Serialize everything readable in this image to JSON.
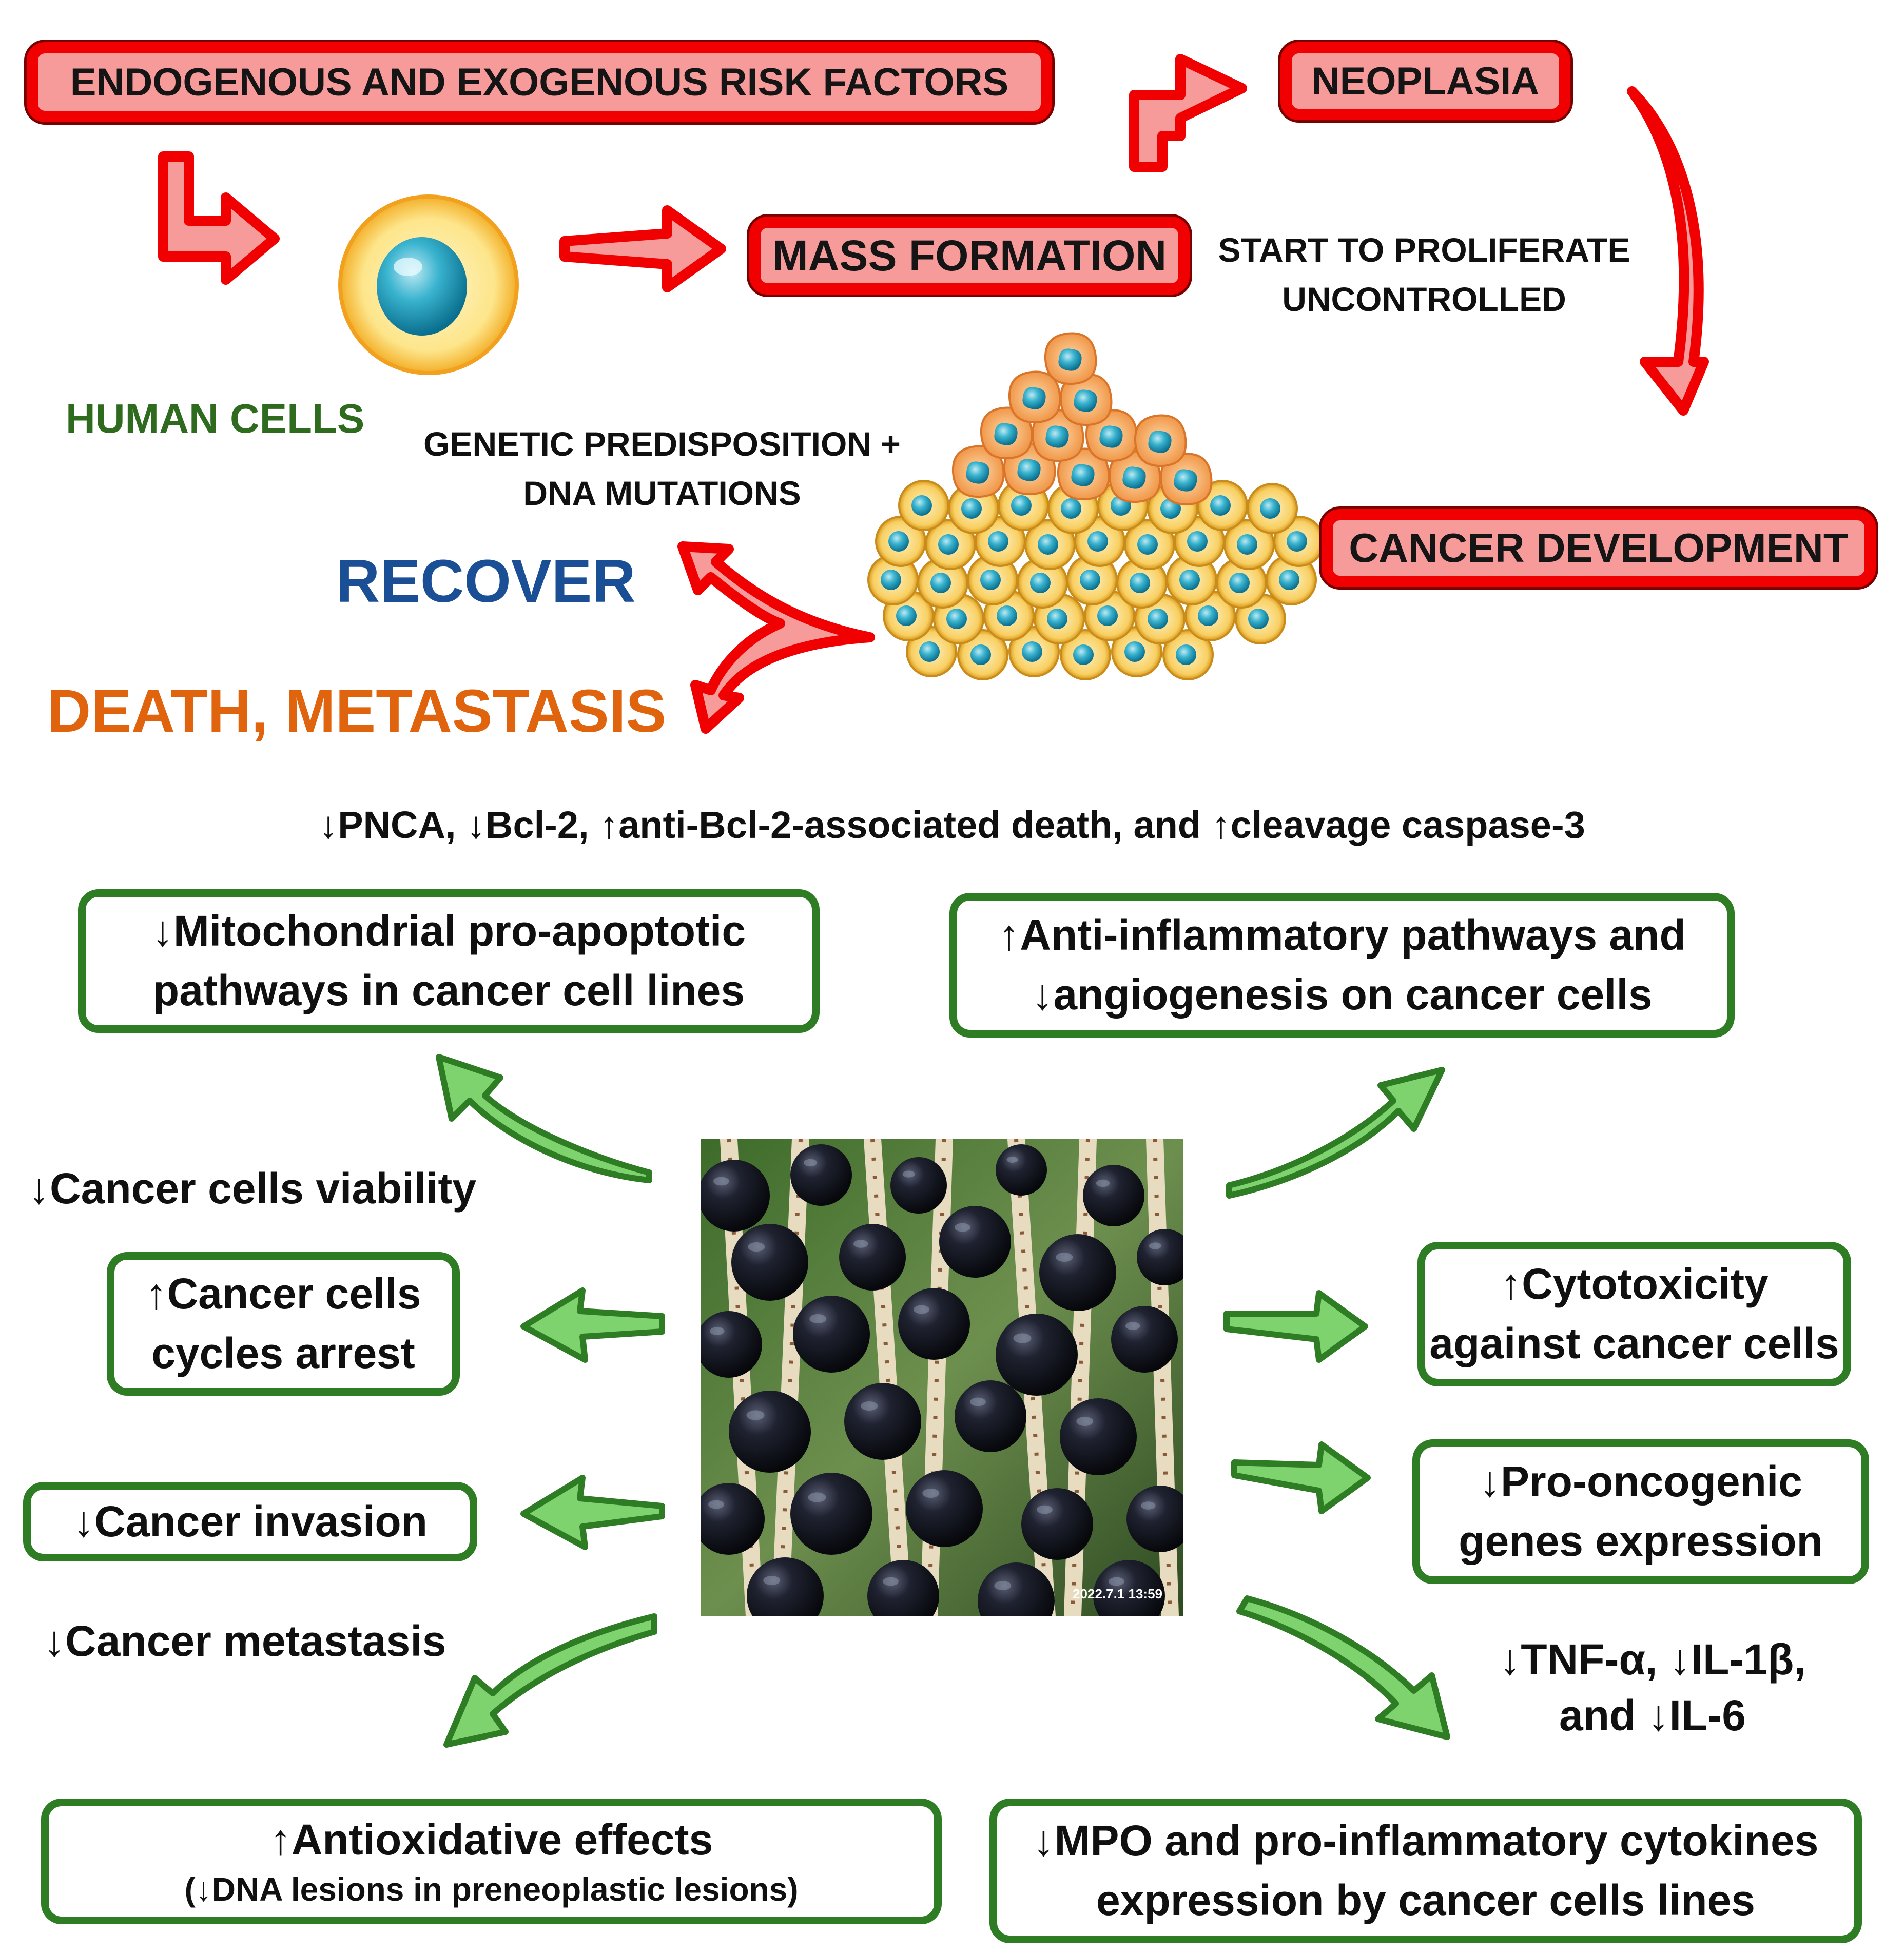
{
  "top": {
    "risk_factors": "ENDOGENOUS AND EXOGENOUS RISK FACTORS",
    "neoplasia": "NEOPLASIA",
    "mass_formation": "MASS FORMATION",
    "proliferate_line1": "START TO PROLIFERATE",
    "proliferate_line2": "UNCONTROLLED",
    "human_cells": "HUMAN CELLS",
    "genetic_line1": "GENETIC PREDISPOSITION +",
    "genetic_line2": "DNA MUTATIONS",
    "cancer_development": "CANCER DEVELOPMENT",
    "recover": "RECOVER",
    "death_metastasis": "DEATH, METASTASIS"
  },
  "markers": "↓PNCA, ↓Bcl-2, ↑anti-Bcl-2-associated death, and ↑cleavage caspase-3",
  "effects": {
    "mito_line1": "↓Mitochondrial pro-apoptotic",
    "mito_line2": "pathways in cancer cell lines",
    "antiinf_line1": "↑Anti-inflammatory pathways and",
    "antiinf_line2": "↓angiogenesis on cancer cells",
    "viability": "↓Cancer cells viability",
    "cycle_line1": "↑Cancer cells",
    "cycle_line2": "cycles arrest",
    "cytotox_line1": "↑Cytotoxicity",
    "cytotox_line2": "against cancer cells",
    "invasion": "↓Cancer invasion",
    "oncogenic_line1": "↓Pro-oncogenic",
    "oncogenic_line2": "genes expression",
    "metastasis": "↓Cancer metastasis",
    "cytokines_line1": "↓TNF-α, ↓IL-1β,",
    "cytokines_line2": "and ↓IL-6",
    "antiox_line1": "↑Antioxidative effects",
    "antiox_line2": "(↓DNA lesions in preneoplastic lesions)",
    "mpo_line1": "↓MPO and pro-inflammatory cytokines",
    "mpo_line2": "expression by cancer cells lines"
  },
  "photo": {
    "timestamp": "2022.7.1 13:59"
  },
  "colors": {
    "red": "#f00000",
    "red_fill": "#f79a9a",
    "green": "#2e7d24",
    "green_arrow_fill": "#7fd36e",
    "recover": "#1a4f96",
    "death": "#e0640e",
    "human_cells": "#2e6b1e"
  }
}
